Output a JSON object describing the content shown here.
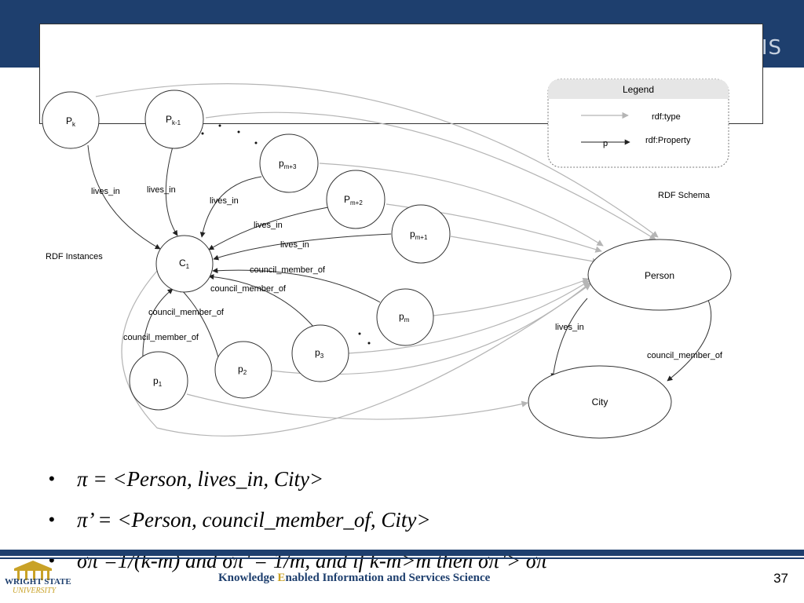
{
  "header": {
    "logo_text": "IS"
  },
  "diagram": {
    "legend": {
      "title": "Legend",
      "type_label": "rdf:type",
      "property_label": "rdf:Property",
      "property_arrow_label": "p"
    },
    "section_labels": {
      "schema": "RDF Schema",
      "instances": "RDF Instances"
    },
    "nodes": {
      "pk": {
        "base": "P",
        "sub": "k"
      },
      "pk1": {
        "base": "P",
        "sub": "k-1"
      },
      "pm3": {
        "base": "p",
        "sub": "m+3"
      },
      "pm2": {
        "base": "P",
        "sub": "m+2"
      },
      "pm1": {
        "base": "p",
        "sub": "m+1"
      },
      "pm": {
        "base": "p",
        "sub": "m"
      },
      "p3": {
        "base": "p",
        "sub": "3"
      },
      "p2": {
        "base": "p",
        "sub": "2"
      },
      "p1": {
        "base": "p",
        "sub": "1"
      },
      "c1": {
        "base": "C",
        "sub": "1"
      },
      "person": {
        "label": "Person"
      },
      "city": {
        "label": "City"
      }
    },
    "edge_labels": {
      "pk_lives_in": "lives_in",
      "pk1_lives_in": "lives_in",
      "pm3_lives_in": "lives_in",
      "pm2_lives_in": "lives_in",
      "pm1_lives_in": "lives_in",
      "pm_council": "council_member_of",
      "p3_council": "council_member_of",
      "p2_council": "council_member_of",
      "p1_council": "council_member_of",
      "schema_lives_in": "lives_in",
      "schema_council": "council_member_of"
    }
  },
  "bullets": [
    {
      "text": "π = <Person, lives_in, City>"
    },
    {
      "text": "π’ = <Person, council_member_of, City>"
    },
    {
      "text": "σπ =1/(k-m) and  σπ’ = 1/m, and if k-m>m then σπ’> σπ"
    }
  ],
  "footer": {
    "pre": "Knowledge ",
    "e": "E",
    "post": "nabled Information and Services Science",
    "page_number": "37",
    "university_name": "WRIGHT STATE",
    "university_sub": "UNIVERSITY"
  }
}
